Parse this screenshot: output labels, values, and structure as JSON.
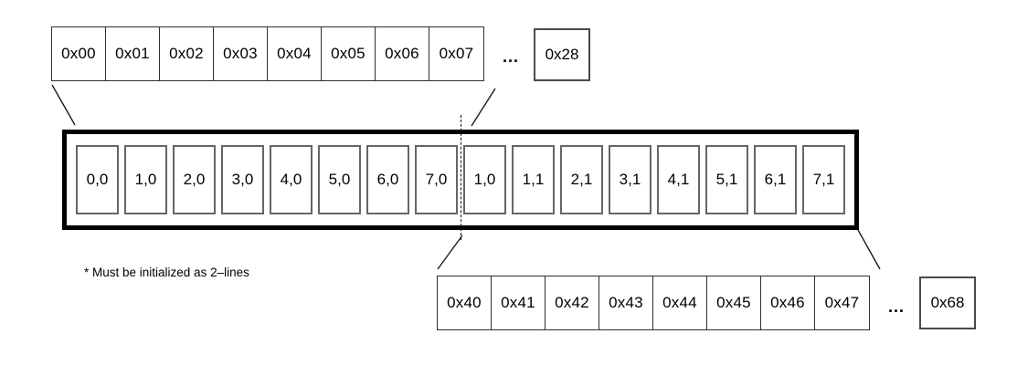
{
  "figure": {
    "top_memory_row": {
      "cells": [
        "0x00",
        "0x01",
        "0x02",
        "0x03",
        "0x04",
        "0x05",
        "0x06",
        "0x07"
      ],
      "ellipsis": "...",
      "last_cell": "0x28"
    },
    "cache_line_container": {
      "cells": [
        "0,0",
        "1,0",
        "2,0",
        "3,0",
        "4,0",
        "5,0",
        "6,0",
        "7,0",
        "1,0",
        "1,1",
        "2,1",
        "3,1",
        "4,1",
        "5,1",
        "6,1",
        "7,1"
      ]
    },
    "bottom_memory_row": {
      "cells": [
        "0x40",
        "0x41",
        "0x42",
        "0x43",
        "0x44",
        "0x45",
        "0x46",
        "0x47"
      ],
      "ellipsis": "...",
      "last_cell": "0x68"
    },
    "footnote": "* Must be initialized as 2–lines"
  },
  "colors": {
    "background": "#ffffff",
    "container_border": "#000000",
    "cell_border": "#666666",
    "strip_border": "#2f2f2f",
    "box_border": "#4a4a4a",
    "connector": "#1a1a1a"
  }
}
